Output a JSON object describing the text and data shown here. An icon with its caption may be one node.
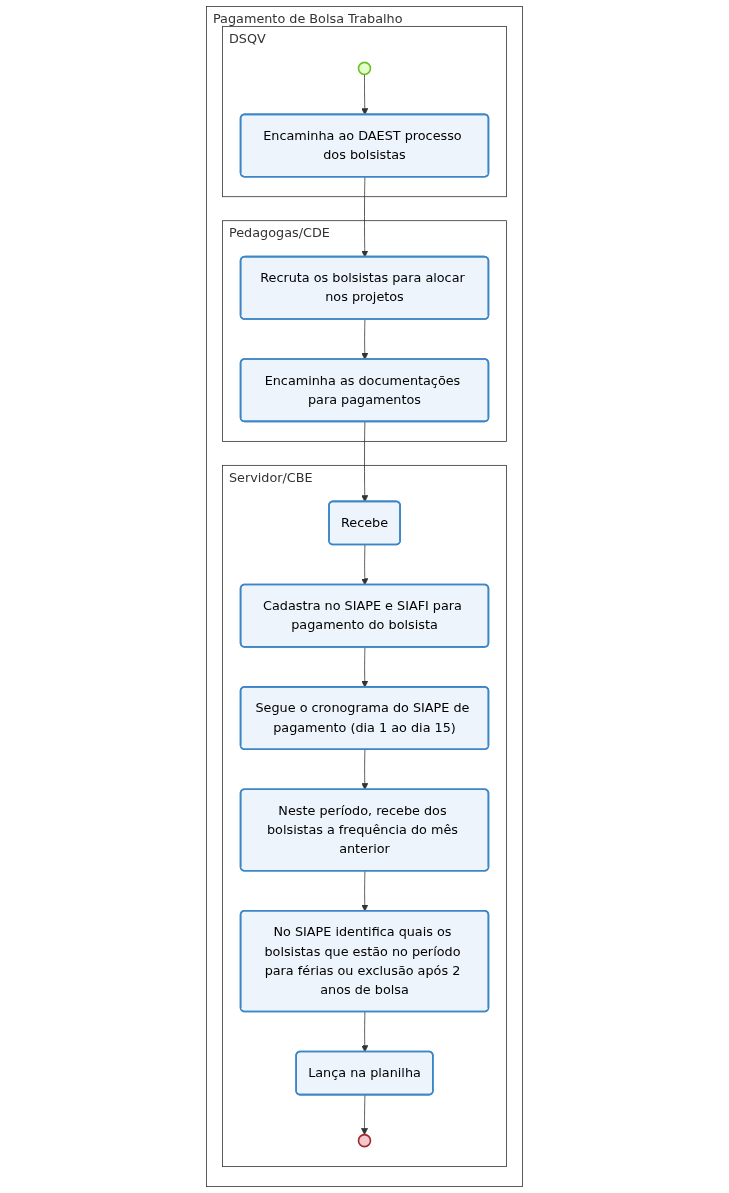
{
  "diagram": {
    "nodes": [
      {
        "text": [
          "Pagamento de Bolsa Trabalho"
        ]
      },
      {
        "text": [
          "DSQV"
        ],
        "in": 0
      },
      {
        "text": [],
        "shape": "circle",
        "in": 1
      },
      {
        "text": [
          "Encaminha ao DAEST processo dos bolsistas"
        ],
        "in": 1
      },
      {
        "text": [
          "Pedagogas/CDE"
        ],
        "in": 0
      },
      {
        "text": [
          "Recruta os bolsistas para alocar nos projetos"
        ],
        "in": 4
      },
      {
        "text": [
          "Encaminha as documentações para pagamentos"
        ],
        "in": 4
      },
      {
        "text": [
          "Servidor/CBE"
        ],
        "in": 0
      },
      {
        "text": [
          "Recebe"
        ],
        "in": 7
      },
      {
        "text": [
          "Cadastra no SIAPE e SIAFI para pagamento do bolsista"
        ],
        "in": 7
      },
      {
        "text": [
          "Segue o cronograma do SIAPE de pagamento (dia 1 ao dia 15)"
        ],
        "in": 7
      },
      {
        "text": [
          "Neste período, recebe dos bolsistas a frequência do mês anterior"
        ],
        "in": 7
      },
      {
        "text": [
          "No SIAPE identifica quais os bolsistas que estão no período para férias ou exclusão após 2 anos de bolsa"
        ],
        "in": 7
      },
      {
        "text": [
          "Lança na planilha"
        ],
        "in": 7
      },
      {
        "text": [],
        "shape": "circle",
        "in": 7
      }
    ],
    "edges": [
      {
        "from": 2,
        "to": 3,
        "arrow": "to"
      },
      {
        "from": 3,
        "to": 5,
        "arrow": "to"
      },
      {
        "from": 5,
        "to": 6,
        "arrow": "to"
      },
      {
        "from": 6,
        "to": 8,
        "arrow": "to"
      },
      {
        "from": 8,
        "to": 9,
        "arrow": "to"
      },
      {
        "from": 9,
        "to": 10,
        "arrow": "to"
      },
      {
        "from": 10,
        "to": 11,
        "arrow": "to"
      },
      {
        "from": 11,
        "to": 12,
        "arrow": "to"
      },
      {
        "from": 12,
        "to": 13,
        "arrow": "to"
      },
      {
        "from": 13,
        "to": 14,
        "arrow": "to"
      }
    ]
  }
}
